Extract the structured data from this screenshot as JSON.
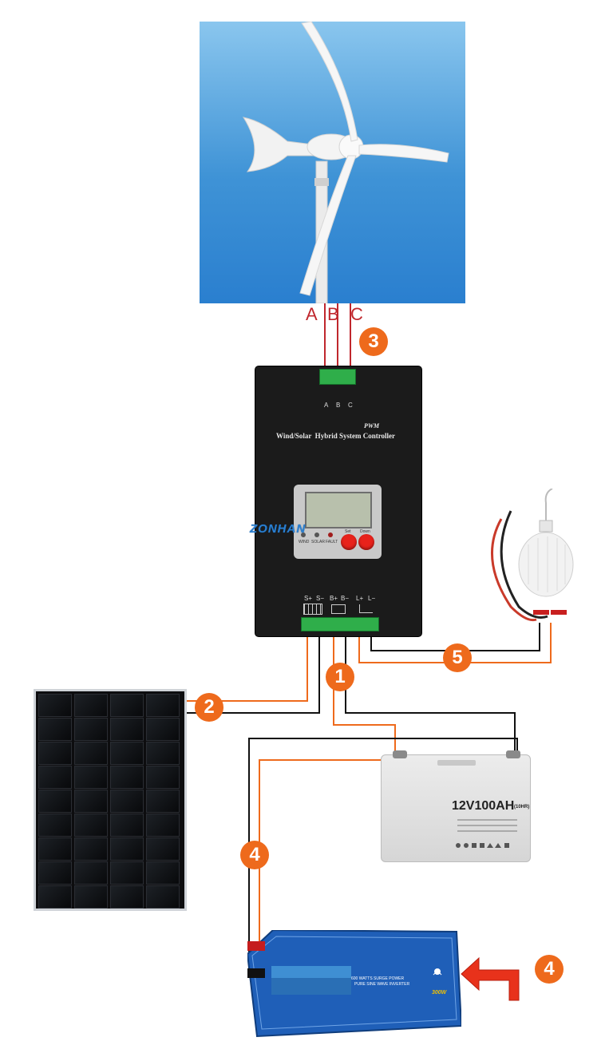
{
  "turbine_phases": [
    "A",
    "B",
    "C"
  ],
  "controller": {
    "mode": "PWM",
    "title": "Wind/Solar  Hybrid System Controller",
    "brand": "ZONHAN",
    "top_terminal_labels": [
      "A",
      "B",
      "C"
    ],
    "indicators": [
      "WIND",
      "SOLAR",
      "FAULT"
    ],
    "buttons": [
      "Set",
      "Down"
    ],
    "bottom_terminal_labels": [
      "S+",
      "S−",
      "B+",
      "B−",
      "L+",
      "L−"
    ]
  },
  "battery": {
    "label": "12V100AH",
    "rating_suffix": "(10HR)"
  },
  "inverter": {
    "line1": "600 WATTS SURGE POWER",
    "line2": "PURE SINE WAVE INVERTER",
    "model": "300W"
  },
  "steps": {
    "battery_to_controller": "1",
    "solar_to_controller": "2",
    "turbine_to_controller": "3",
    "inverter_to_battery": "4",
    "inverter_arrow": "4",
    "load_to_controller": "5"
  },
  "colors": {
    "badge": "#ee6a1c",
    "wire_red": "#c0272d",
    "wire_orange": "#ee6a1c",
    "wire_black": "#111111",
    "terminal_green": "#2fae4a",
    "controller_body": "#1b1b1b",
    "button_red": "#e8221b",
    "inverter_blue": "#1f5fb8"
  }
}
